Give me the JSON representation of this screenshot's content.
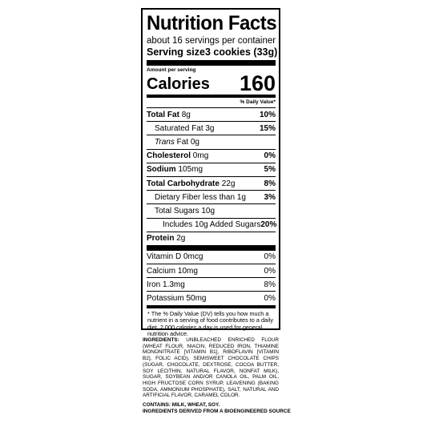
{
  "label": {
    "title": "Nutrition Facts",
    "servings": "about 16 servings per container",
    "serving_size_label": "Serving size",
    "serving_size_value": "3 cookies (33g)",
    "amount_per_serving": "Amount per serving",
    "calories_label": "Calories",
    "calories_value": "160",
    "dv_header": "% Daily Value*",
    "nutrients": [
      {
        "name": "Total Fat",
        "amount": "8g",
        "dv": "10%"
      },
      {
        "name": "Saturated Fat",
        "amount": "3g",
        "dv": "15%"
      },
      {
        "name": "Trans",
        "amount": "Fat 0g",
        "dv": ""
      },
      {
        "name": "Cholesterol",
        "amount": "0mg",
        "dv": "0%"
      },
      {
        "name": "Sodium",
        "amount": "105mg",
        "dv": "5%"
      },
      {
        "name": "Total Carbohydrate",
        "amount": "22g",
        "dv": "8%"
      },
      {
        "name": "Dietary Fiber",
        "amount": "less than 1g",
        "dv": "3%"
      },
      {
        "name": "Total Sugars",
        "amount": "10g",
        "dv": ""
      },
      {
        "name": "Includes 10g Added Sugars",
        "amount": "",
        "dv": "20%"
      },
      {
        "name": "Protein",
        "amount": "2g",
        "dv": ""
      }
    ],
    "vitamins": [
      {
        "name": "Vitamin D 0mcg",
        "dv": "0%"
      },
      {
        "name": "Calcium 10mg",
        "dv": "0%"
      },
      {
        "name": "Iron 1.3mg",
        "dv": "8%"
      },
      {
        "name": "Potassium 50mg",
        "dv": "0%"
      }
    ],
    "footnote": "* The % Daily Value (DV) tells you how much a nutrient in a serving of food contributes to a daily diet. 2,000 calories a day is used for general nutrition advice."
  },
  "ingredients": {
    "heading": "INGREDIENTS:",
    "text": "UNBLEACHED ENRICHED FLOUR (WHEAT FLOUR, NIACIN, REDUCED IRON, THIAMINE MONONITRATE [VITAMIN B1], RIBOFLAVIN [VITAMIN B2], FOLIC ACID), SEMISWEET CHOCOLATE CHIPS (SUGAR, CHOCOLATE, DEXTROSE, COCOA BUTTER, SOY LECITHIN, NATURAL FLAVOR, NONFAT MILK), SUGAR, SOYBEAN AND/OR CANOLA OIL, PALM OIL, HIGH FRUCTOSE CORN SYRUP, LEAVENING (BAKING SODA, AMMONIUM PHOSPHATE), SALT, NATURAL AND ARTIFICIAL FLAVOR, CARAMEL COLOR.",
    "contains": "CONTAINS: MILK, WHEAT, SOY.",
    "bioengineered": "INGREDIENTS DERIVED FROM A BIOENGINEERED SOURCE"
  }
}
